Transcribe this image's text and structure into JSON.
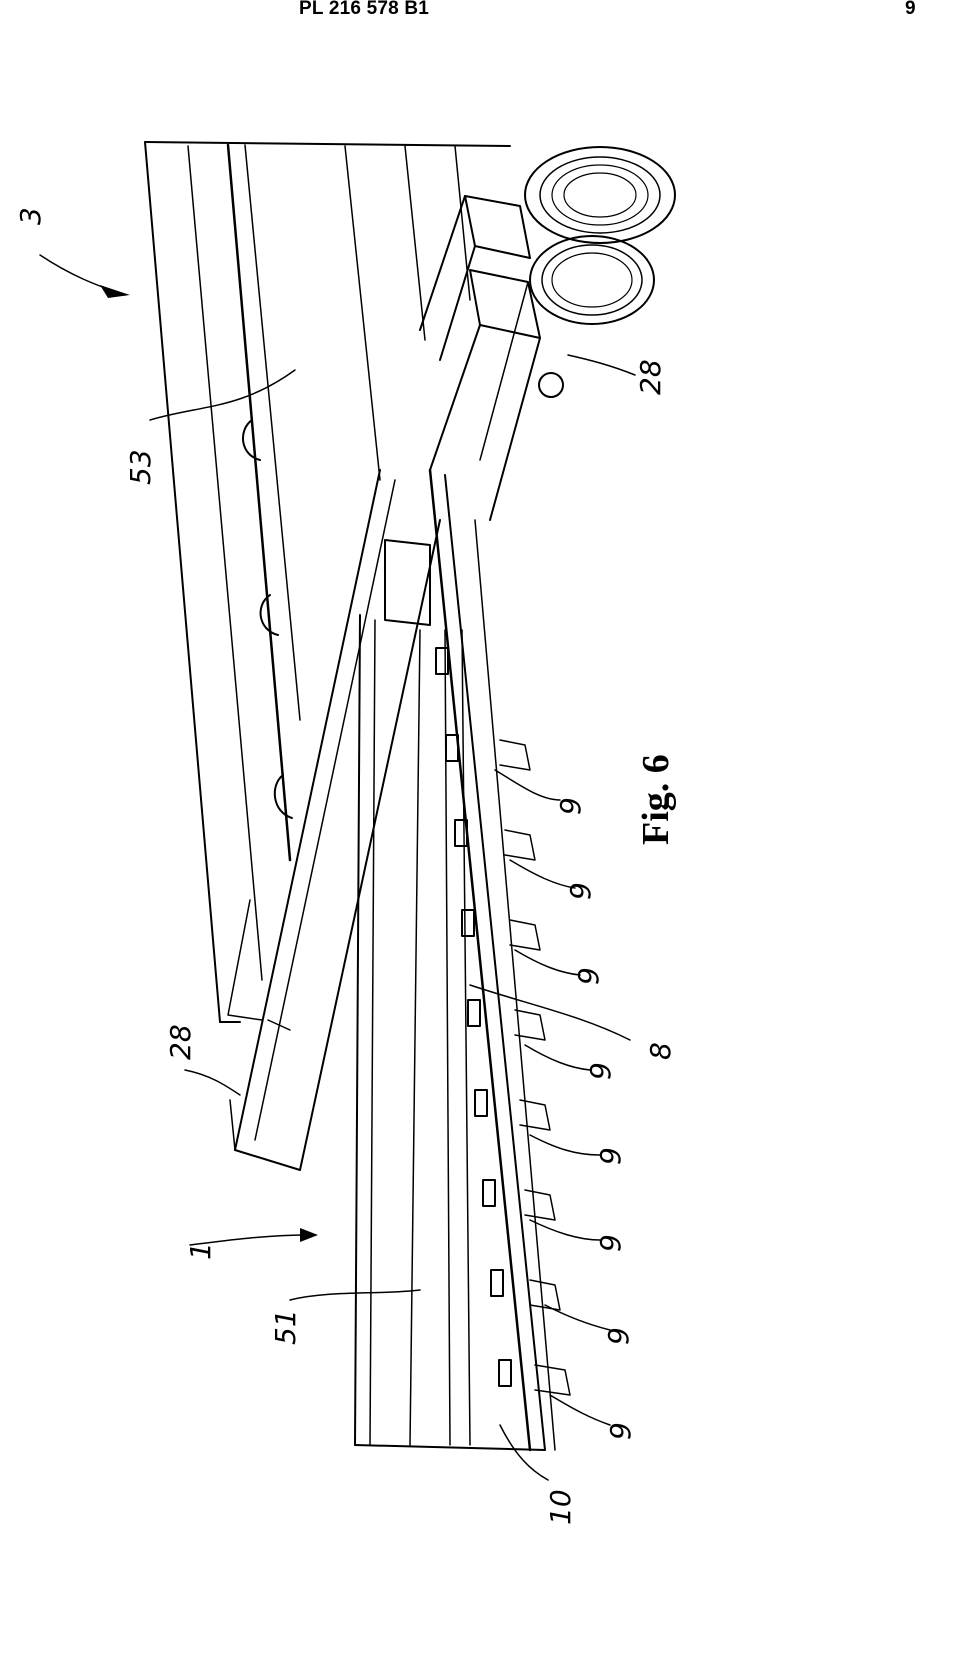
{
  "header": {
    "doc_id": "PL 216 578 B1",
    "page_number": "9"
  },
  "figure": {
    "caption": "Fig. 6",
    "reference_labels": {
      "r3": "3",
      "r53": "53",
      "r28a": "28",
      "r28b": "28",
      "r1": "1",
      "r51": "51",
      "r10": "10",
      "r8": "8",
      "r9": "9"
    }
  }
}
